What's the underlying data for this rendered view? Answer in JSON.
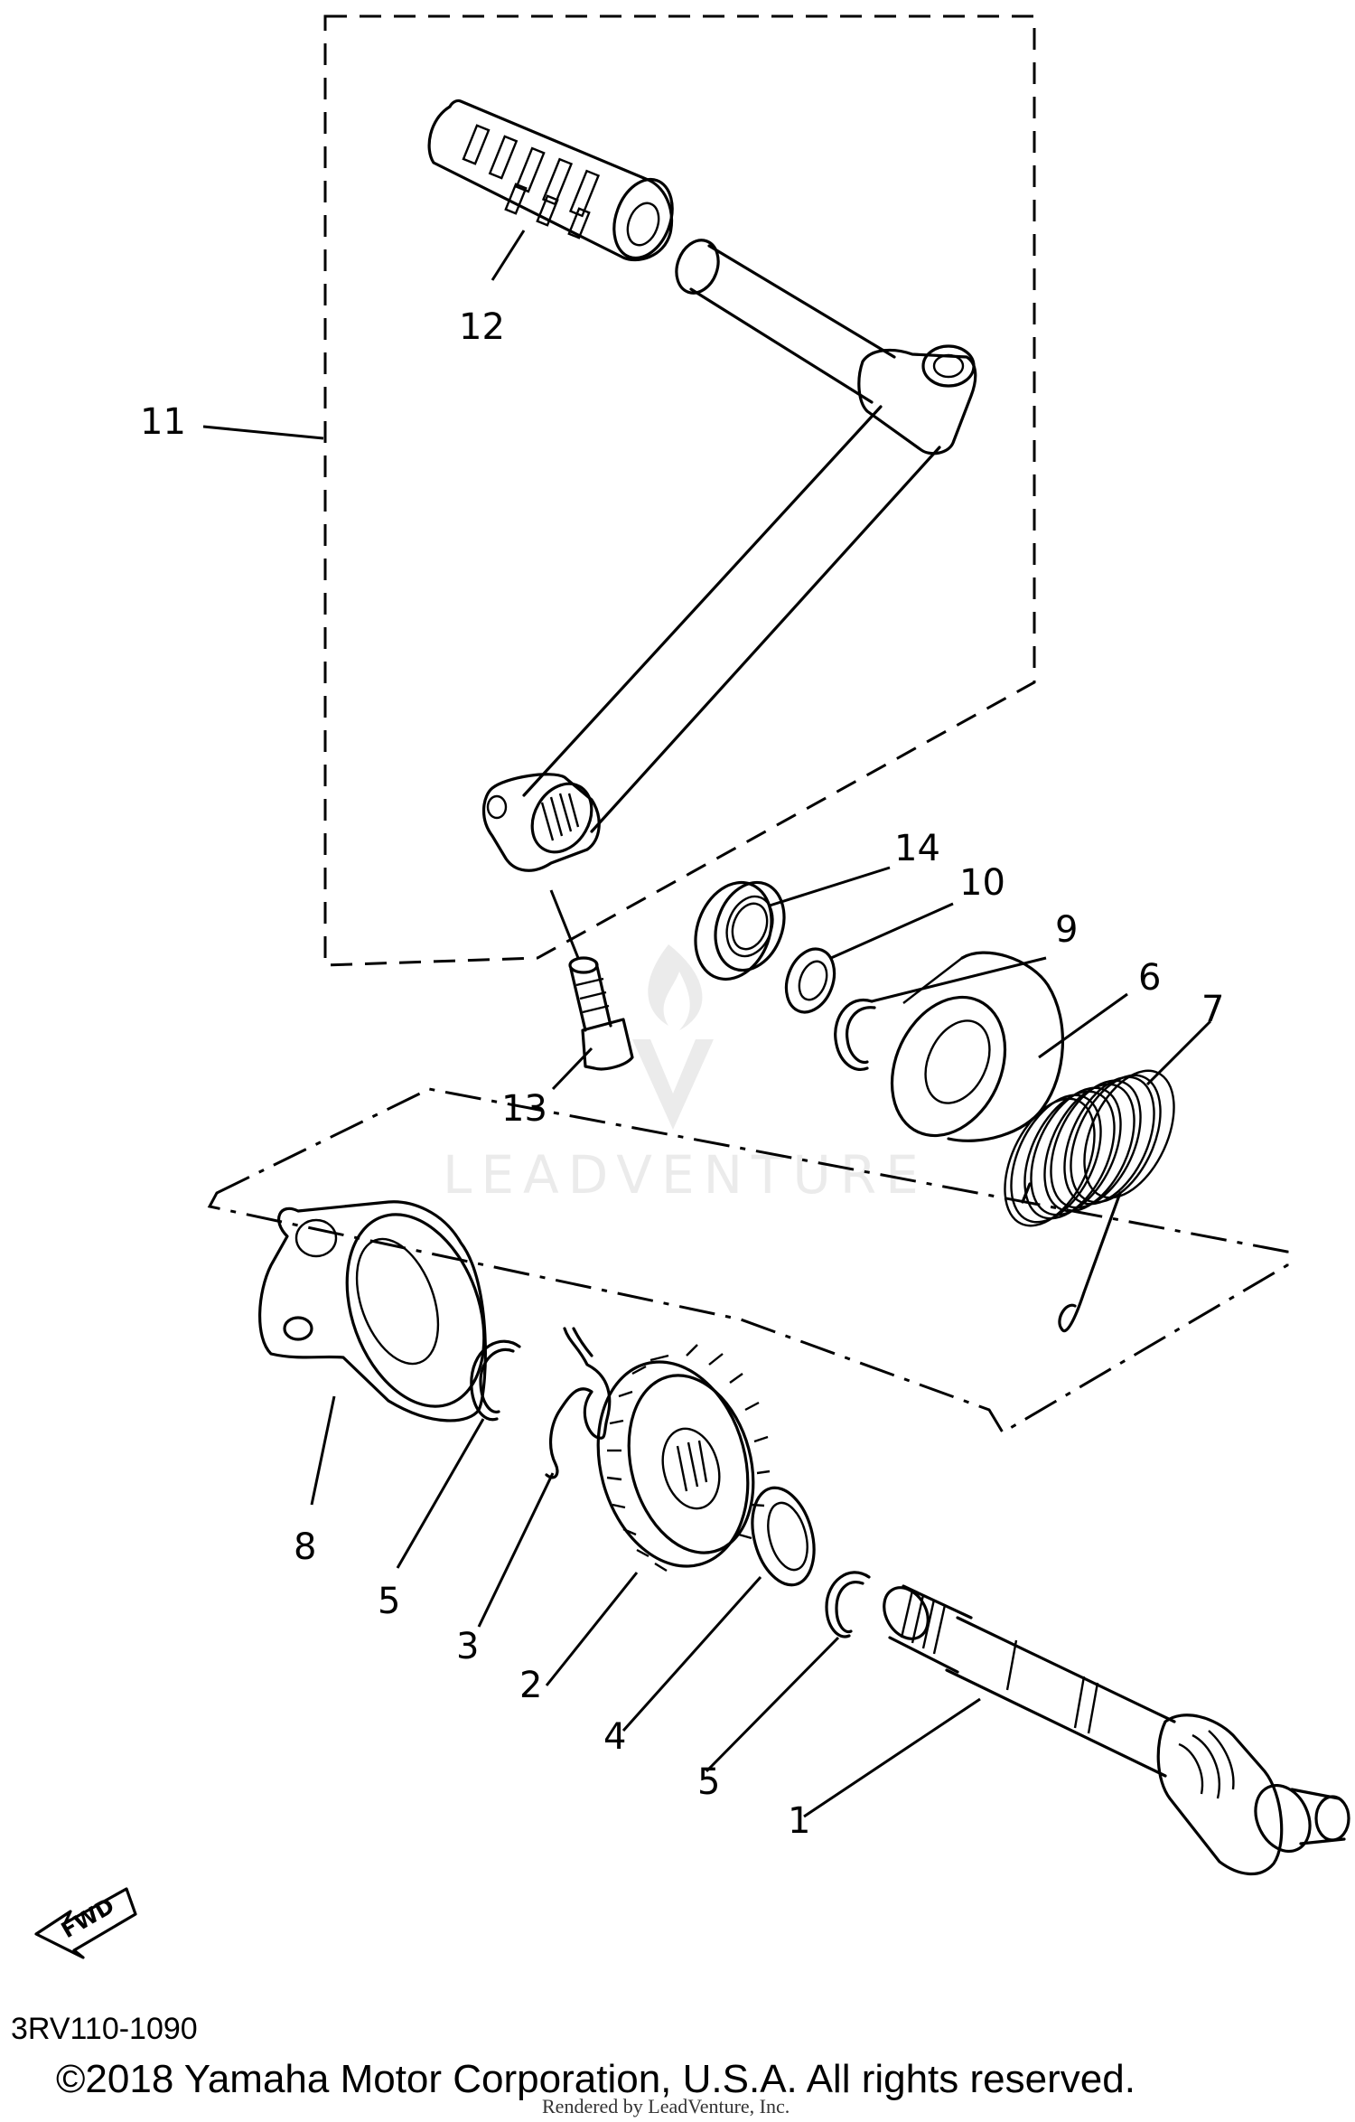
{
  "parts": [
    {
      "ref": "1"
    },
    {
      "ref": "2"
    },
    {
      "ref": "3"
    },
    {
      "ref": "4"
    },
    {
      "ref": "5"
    },
    {
      "ref": "5"
    },
    {
      "ref": "6"
    },
    {
      "ref": "7"
    },
    {
      "ref": "8"
    },
    {
      "ref": "9"
    },
    {
      "ref": "10"
    },
    {
      "ref": "11"
    },
    {
      "ref": "12"
    },
    {
      "ref": "13"
    },
    {
      "ref": "14"
    }
  ],
  "fwd_label": "FWD",
  "watermark": "LEADVENTURE",
  "diagram_code": "3RV110-1090",
  "copyright": "©2018 Yamaha Motor Corporation, U.S.A. All rights reserved.",
  "rendered_by": "Rendered by LeadVenture, Inc."
}
